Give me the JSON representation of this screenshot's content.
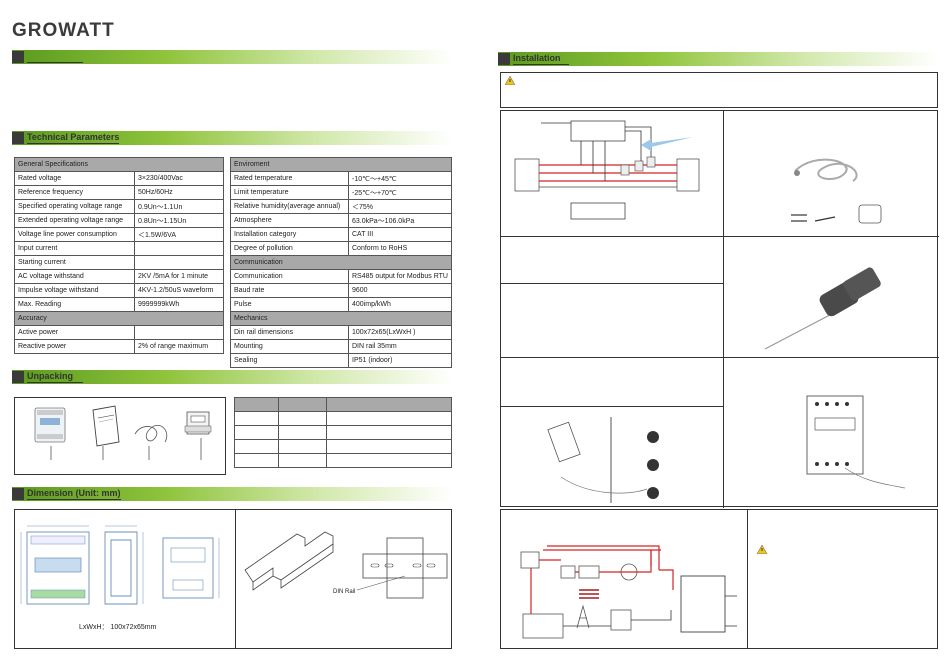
{
  "brand": {
    "logo_text": "GROWATT"
  },
  "sections": {
    "top_left_blank": "",
    "tech": "Technical Parameters",
    "unpacking": "Unpacking",
    "dimension": "Dimension (Unit: mm)",
    "installation": "Installation"
  },
  "general": {
    "header": "General Specifications",
    "rows": [
      [
        "Rated voltage",
        "3×230/400Vac"
      ],
      [
        "Reference frequency",
        "50Hz/60Hz"
      ],
      [
        "Specified operating voltage range",
        "0.9Un～1.1Un"
      ],
      [
        "Extended operating voltage range",
        "0.8Un～1.15Un"
      ],
      [
        "Voltage line power consumption",
        "＜1.5W/6VA"
      ],
      [
        "Input current",
        ""
      ],
      [
        "Starting current",
        ""
      ],
      [
        "AC voltage withstand",
        "2KV /5mA for 1 minute"
      ],
      [
        "Impulse voltage withstand",
        "4KV-1.2/50uS waveform"
      ],
      [
        "Max. Reading",
        "9999999kWh"
      ]
    ],
    "accuracy_header": "Accuracy",
    "accuracy_rows": [
      [
        "Active power",
        ""
      ],
      [
        "Reactive power",
        "2% of range maximum"
      ]
    ]
  },
  "environment": {
    "header": "Enviroment",
    "rows": [
      [
        "Rated temperature",
        "-10℃～+45℃"
      ],
      [
        "Limit temperature",
        "-25℃～+70℃"
      ],
      [
        "Relative humidity(average annual)",
        "＜75%"
      ],
      [
        "Atmosphere",
        "63.0kPa～106.0kPa"
      ],
      [
        "Installation category",
        "CAT III"
      ],
      [
        "Degree of pollution",
        "Conform to RoHS"
      ]
    ],
    "comm_header": "Communication",
    "comm_rows": [
      [
        "Communication",
        "RS485 output for Modbus RTU"
      ],
      [
        "Baud rate",
        "9600"
      ],
      [
        "Pulse",
        "400imp/kWh"
      ]
    ],
    "mech_header": "Mechanics",
    "mech_rows": [
      [
        "Din rail dimensions",
        "100x72x65(LxWxH )"
      ],
      [
        "Mounting",
        "DIN rail 35mm"
      ],
      [
        "Sealing",
        "IP51 (indoor)"
      ]
    ]
  },
  "dimension": {
    "caption": "LxWxH： 100x72x65mm",
    "din_label": "DIN Rail"
  },
  "colors": {
    "banner_dark": "#5a9a1e",
    "banner_light": "#8fc43c",
    "header_gray": "#a9a9a9",
    "wire_red": "#d32525",
    "arrow_blue": "#9cc8ea"
  },
  "icons": [
    "warning-icon",
    "meter-icon",
    "manual-icon",
    "cable-icon",
    "ct-sensor-icon",
    "din-rail-icon"
  ]
}
